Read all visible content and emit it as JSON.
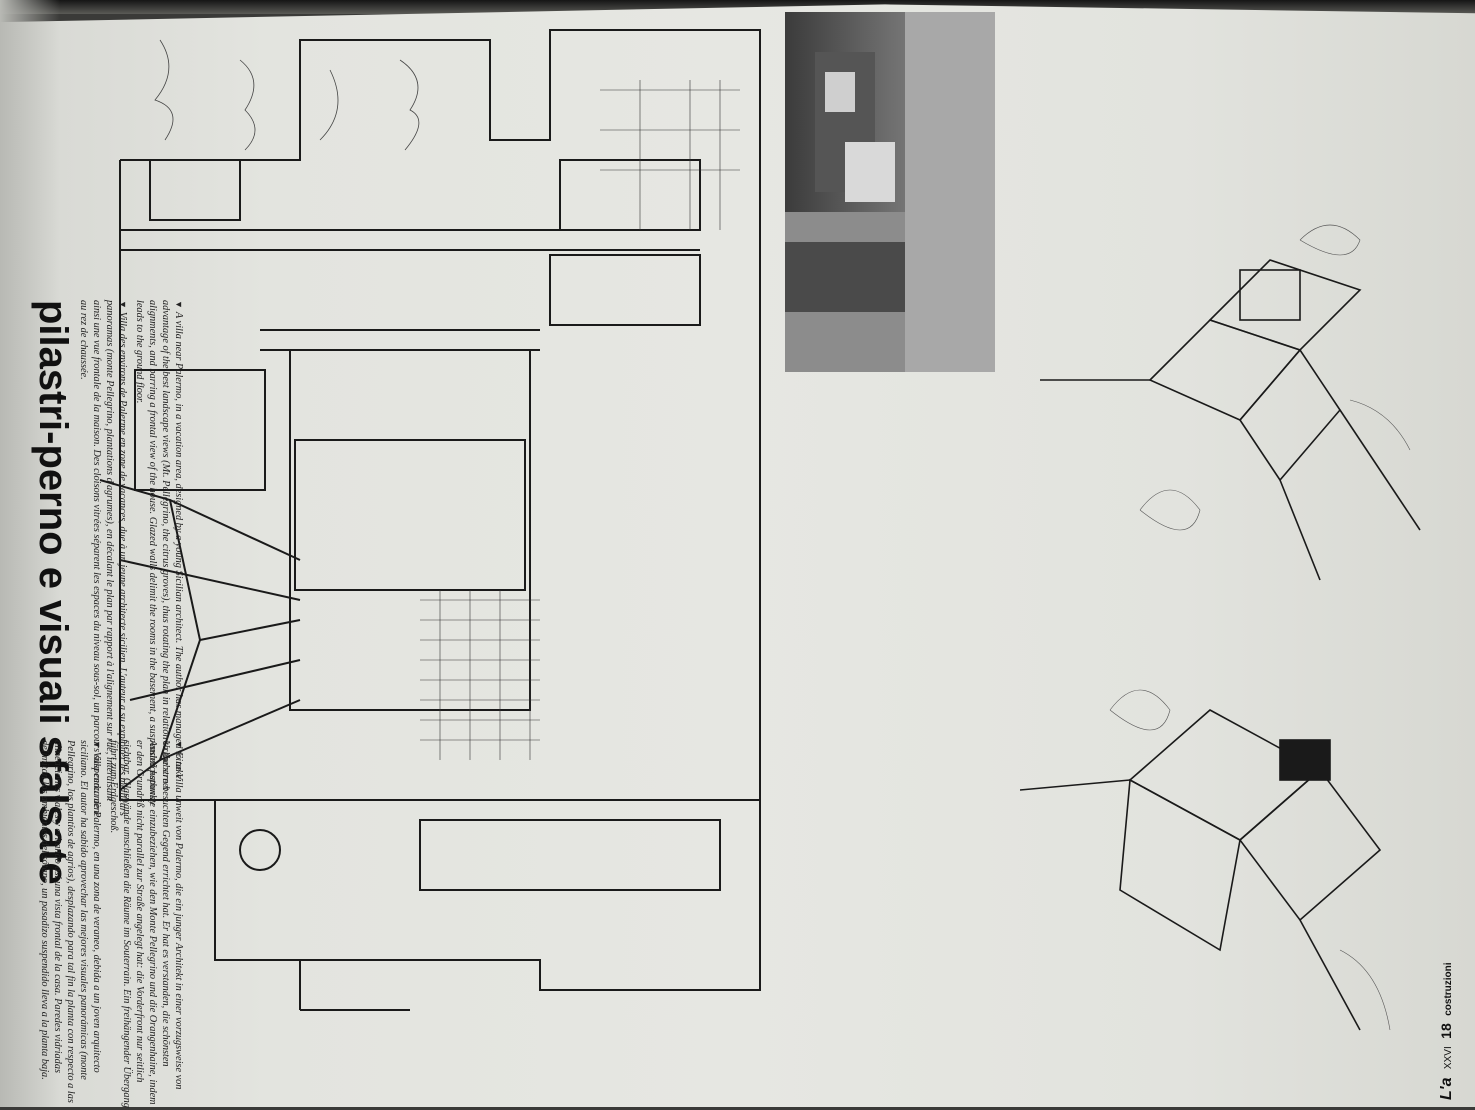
{
  "title": "pilastri-perno e visuali sfalsate",
  "footer": {
    "magazine": "L'a",
    "volume": "XXVI",
    "page_number": "18",
    "section": "costruzioni"
  },
  "text_blocks": {
    "english": "A villa near Palermo, in a vacation area, designed by a young Sicilian architect. The author has managed to take advantage of the best landscape views (Mt. Pellegrino, the citrus groves), thus rotating the plan in relation to the street alignments, and barring a frontal view of the house. Glazed walls delimit the rooms in the basement, a suspended pathway leads to the ground floor.",
    "french": "Villa des environs de Palerme en zone de vacances, due à un jeune architecte sicilien. L'auteur a su exploiter les meilleurs panoramas (monte Pellegrino, plantations d'agrumes), en décalant le plan par rapport à l'alignement sur rue, interdisant ainsi une vue frontale de la maison. Des cloisons vitrées séparent les espaces du niveau sous-sol, un parcours suspendu mène au rez de chaussée.",
    "german": "Eine Villa unweit von Palermo, die ein junger Architekt in einer vorzugsweise von Urlaubern besuchten Gegend errichtet hat. Er hat es verstanden, die schönsten Ausblickspunkte einzubeziehen, wie den Monte Pellegrino und die Orangenhaine, indem er den Grundriß nicht parallel zur Straße angelegt hat: die Vorderfront nur seitlich sichtbar. Glaswände umschließen die Räume im Souterrain. Ein freihängender Übergang führt zum Erdgeschoß.",
    "spanish": "Villa cerca de Palermo, en una zona de veraneo, debida a un joven arquitecto siciliano. El autor ha sabido aprovechar las mejores visuales panorámicas (monte Pellegrino, los plantíos de agrios), desplazando para tal fin la planta con respecto a las alineaciones viales y evitando así una vista frontal de la casa. Paredes vidriadas delimitan los ambientes del sótano, un pasadizo suspendido lleva a la planta baja."
  },
  "marker": "▼"
}
